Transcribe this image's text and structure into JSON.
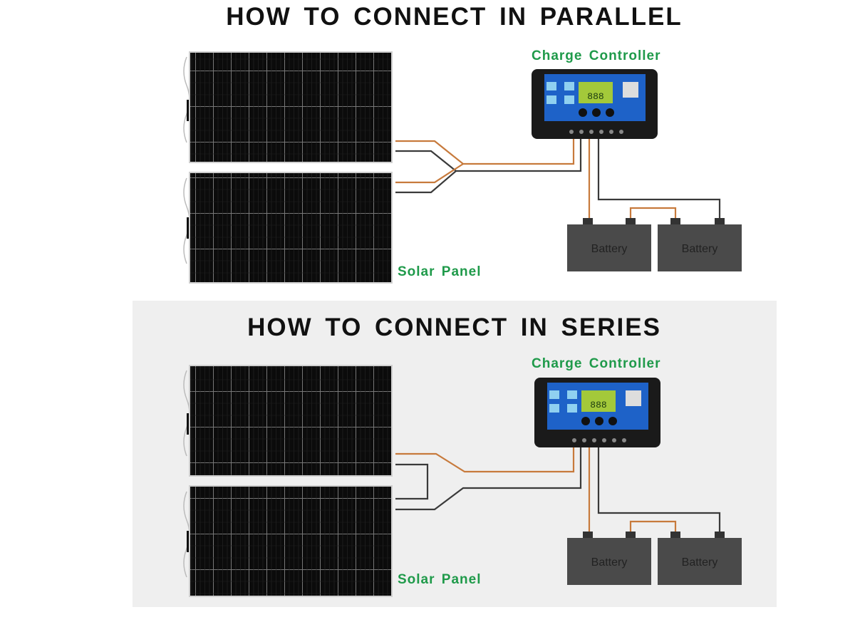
{
  "parallel": {
    "title": "HOW TO CONNECT IN PARALLEL",
    "controller_label": "Charge Controller",
    "panel_label": "Solar Panel",
    "batteries": [
      "Battery",
      "Battery"
    ]
  },
  "series": {
    "title": "HOW TO CONNECT IN SERIES",
    "controller_label": "Charge Controller",
    "panel_label": "Solar Panel",
    "batteries": [
      "Battery",
      "Battery"
    ]
  },
  "controller": {
    "lcd_text": "888",
    "body_color": "#1a1a1a",
    "panel_color": "#1e62c8"
  },
  "colors": {
    "wire_positive": "#c77a3c",
    "wire_negative": "#3a3a3a",
    "battery": "#4a4a4a",
    "panel": "#0d0d0d",
    "label": "#1f9a4a"
  }
}
